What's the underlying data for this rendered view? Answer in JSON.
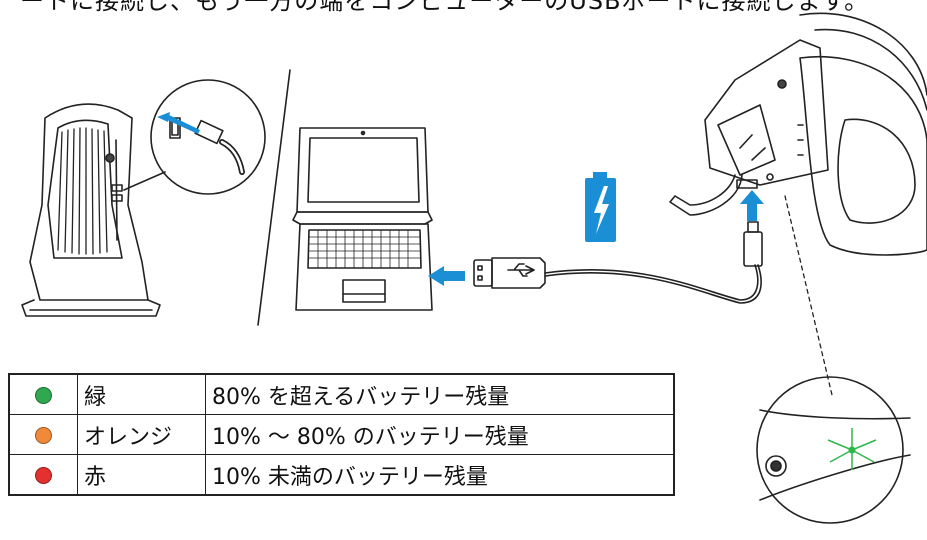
{
  "header_text": "ートに接続し、もう一方の端をコンピューターのUSBポートに接続します。",
  "colors": {
    "charge_blue": "#1a8fd6",
    "led_green": "#2fb84a"
  },
  "icons": [
    "desktop-tower-icon",
    "laptop-icon",
    "battery-charging-icon",
    "usb-symbol-icon",
    "headset-icon"
  ],
  "led_table": [
    {
      "color": "#2fa84f",
      "name": "緑",
      "description": "80% を超えるバッテリー残量"
    },
    {
      "color": "#f08a3a",
      "name": "オレンジ",
      "description": "10% ～ 80% のバッテリー残量"
    },
    {
      "color": "#e53030",
      "name": "赤",
      "description": "10% 未満のバッテリー残量"
    }
  ]
}
